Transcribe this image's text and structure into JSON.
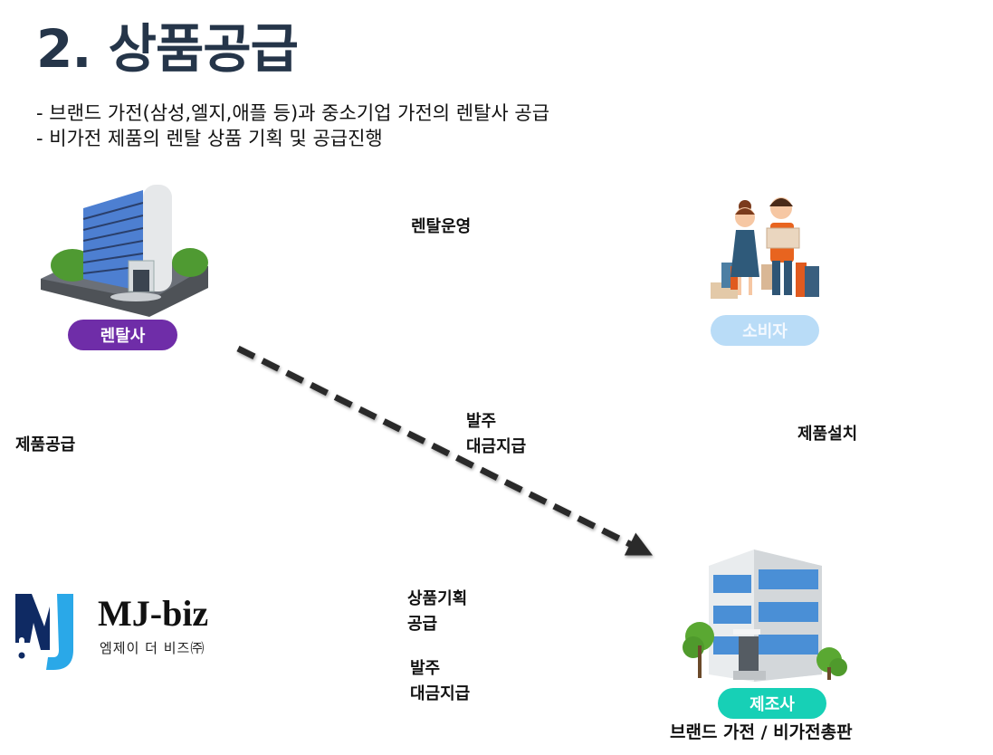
{
  "title": "2. 상품공급",
  "bullets": [
    "- 브랜드 가전(삼성,엘지,애플 등)과 중소기업 가전의 렌탈사 공급",
    "- 비가전 제품의 렌탈 상품 기획 및 공급진행"
  ],
  "nodes": {
    "rental": {
      "label": "렌탈사",
      "icon": "office-tower-icon",
      "color": "#6f2da8"
    },
    "consumer": {
      "label": "소비자",
      "icon": "shoppers-couple-icon",
      "color": "#b9dcf7"
    },
    "mjbiz": {
      "name": "MJ-biz",
      "subname": "엠제이 더 비즈㈜",
      "icon": "mj-logo-icon"
    },
    "maker": {
      "label": "제조사",
      "subtitle": "브랜드 가전 / 비가전총판",
      "icon": "office-building-icon",
      "color": "#17d0b6"
    }
  },
  "edges": {
    "rental_to_consumer": {
      "label": "렌탈운영",
      "style": "solid"
    },
    "rental_to_maker": {
      "line1": "발주",
      "line2": "대금지급",
      "style": "dashed"
    },
    "maker_to_consumer": {
      "label": "제품설치",
      "style": "dashed"
    },
    "rental_mjbiz": {
      "label": "제품공급",
      "style": "solid-bidirectional"
    },
    "mjbiz_maker": {
      "top_line1": "상품기획",
      "top_line2": "공급",
      "bottom_line1": "발주",
      "bottom_line2": "대금지급",
      "style": "solid-bidirectional"
    }
  }
}
